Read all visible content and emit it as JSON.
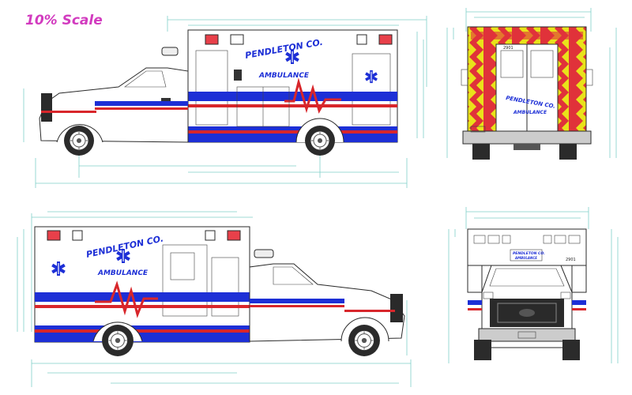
{
  "scale_label": "10% Scale",
  "brand": {
    "line1": "PENDLETON CO.",
    "line2": "AMBULANCE",
    "unit_number": "2901"
  },
  "colors": {
    "scale_label": "#d23bbf",
    "stripe_blue": "#1d2fd6",
    "stripe_red": "#d8262b",
    "brand_text": "#1d2fd6",
    "warning_light": "#e8404a",
    "chevron_yellow": "#e9e21a",
    "chevron_red": "#e0323a",
    "dimension_lines": "#7fcfc9"
  },
  "views": [
    {
      "name": "left-side-view"
    },
    {
      "name": "rear-view"
    },
    {
      "name": "right-side-view"
    },
    {
      "name": "front-view"
    }
  ]
}
